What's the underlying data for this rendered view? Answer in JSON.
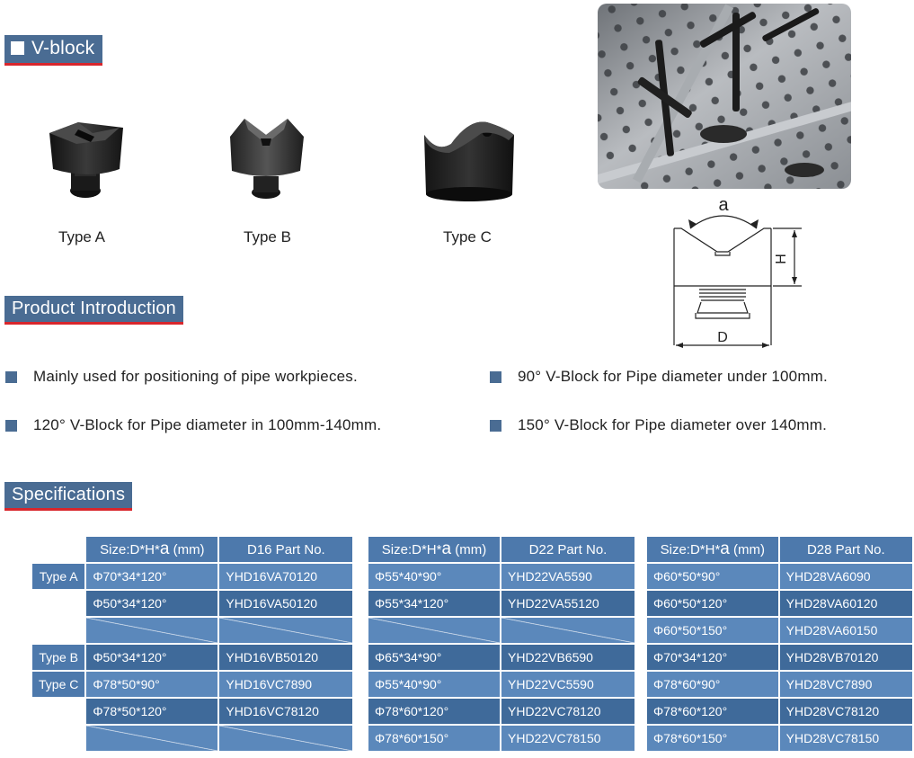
{
  "sections": {
    "vblock": "V-block",
    "intro": "Product Introduction",
    "specs": "Specifications"
  },
  "types": [
    "Type A",
    "Type B",
    "Type C"
  ],
  "diagram": {
    "angle": "a",
    "height": "H",
    "diameter": "D"
  },
  "intro_points": [
    "Mainly used for positioning of pipe workpieces.",
    "90° V-Block for Pipe diameter under 100mm.",
    "120° V-Block for Pipe diameter in 100mm-140mm.",
    "150° V-Block for Pipe diameter over 140mm."
  ],
  "row_labels": [
    "Type A",
    "",
    "",
    "Type B",
    "Type C",
    "",
    ""
  ],
  "tables": [
    {
      "size_header": "Size:D*H*",
      "alpha": "a",
      "unit": " (mm)",
      "part_header": "D16 Part No.",
      "rows": [
        [
          "Φ70*34*120°",
          "YHD16VA70120"
        ],
        [
          "Φ50*34*120°",
          "YHD16VA50120"
        ],
        [
          "",
          ""
        ],
        [
          "Φ50*34*120°",
          "YHD16VB50120"
        ],
        [
          "Φ78*50*90°",
          "YHD16VC7890"
        ],
        [
          "Φ78*50*120°",
          "YHD16VC78120"
        ],
        [
          "",
          ""
        ]
      ]
    },
    {
      "size_header": "Size:D*H*",
      "alpha": "a",
      "unit": " (mm)",
      "part_header": "D22 Part No.",
      "rows": [
        [
          "Φ55*40*90°",
          "YHD22VA5590"
        ],
        [
          "Φ55*34*120°",
          "YHD22VA55120"
        ],
        [
          "",
          ""
        ],
        [
          "Φ65*34*90°",
          "YHD22VB6590"
        ],
        [
          "Φ55*40*90°",
          "YHD22VC5590"
        ],
        [
          "Φ78*60*120°",
          "YHD22VC78120"
        ],
        [
          "Φ78*60*150°",
          "YHD22VC78150"
        ]
      ]
    },
    {
      "size_header": "Size:D*H*",
      "alpha": "a",
      "unit": " (mm)",
      "part_header": "D28 Part No.",
      "rows": [
        [
          "Φ60*50*90°",
          "YHD28VA6090"
        ],
        [
          "Φ60*50*120°",
          "YHD28VA60120"
        ],
        [
          "Φ60*50*150°",
          "YHD28VA60150"
        ],
        [
          "Φ70*34*120°",
          "YHD28VB70120"
        ],
        [
          "Φ78*60*90°",
          "YHD28VC7890"
        ],
        [
          "Φ78*60*120°",
          "YHD28VC78120"
        ],
        [
          "Φ78*60*150°",
          "YHD28VC78150"
        ]
      ]
    }
  ]
}
